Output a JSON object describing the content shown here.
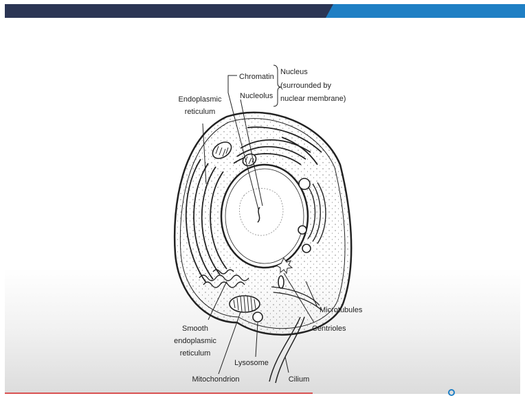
{
  "diagram": {
    "labels": {
      "chromatin": "Chromatin",
      "nucleolus": "Nucleolus",
      "nucleus_line1": "Nucleus",
      "nucleus_line2": "(surrounded by",
      "nucleus_line3": "nuclear membrane)",
      "er_line1": "Endoplasmic",
      "er_line2": "reticulum",
      "microtubules": "Microtubules",
      "centrioles": "Centrioles",
      "smooth_er_line1": "Smooth",
      "smooth_er_line2": "endoplasmic",
      "smooth_er_line3": "reticulum",
      "lysosome": "Lysosome",
      "mitochondrion": "Mitochondrion",
      "cilium": "Cilium"
    }
  },
  "colors": {
    "header_dark": "#2b3554",
    "header_blue": "#1f7fc4",
    "footer_line": "#d95151",
    "line_art": "#222222"
  }
}
